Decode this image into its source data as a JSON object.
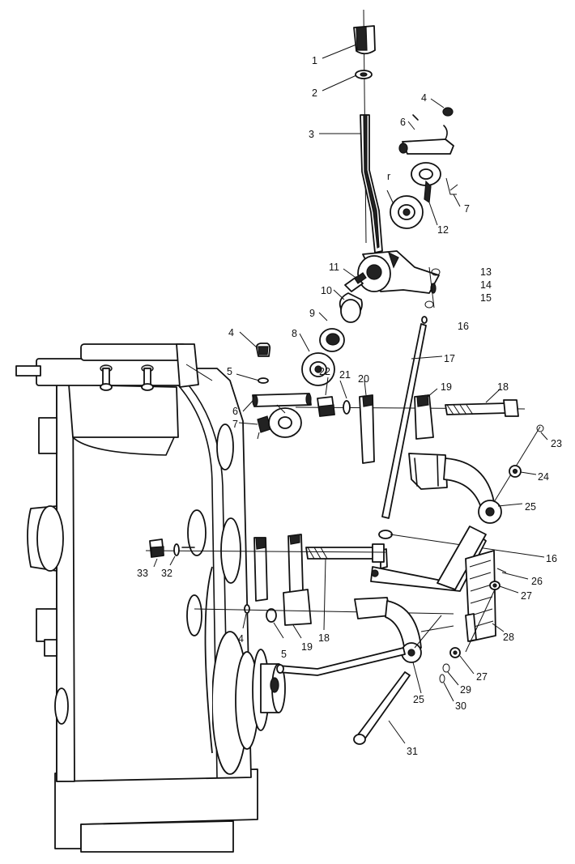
{
  "callouts": [
    {
      "id": "c1",
      "text": "1"
    },
    {
      "id": "c2",
      "text": "2"
    },
    {
      "id": "c3",
      "text": "3"
    },
    {
      "id": "c4a",
      "text": "4"
    },
    {
      "id": "c6a",
      "text": "6"
    },
    {
      "id": "c7a",
      "text": "7"
    },
    {
      "id": "c12",
      "text": "12"
    },
    {
      "id": "c11",
      "text": "11"
    },
    {
      "id": "c10",
      "text": "10"
    },
    {
      "id": "c9",
      "text": "9"
    },
    {
      "id": "c8",
      "text": "8"
    },
    {
      "id": "c13",
      "text": "13"
    },
    {
      "id": "c14",
      "text": "14"
    },
    {
      "id": "c15",
      "text": "15"
    },
    {
      "id": "c16a",
      "text": "16"
    },
    {
      "id": "c17",
      "text": "17"
    },
    {
      "id": "c4b",
      "text": "4"
    },
    {
      "id": "c5a",
      "text": "5"
    },
    {
      "id": "c6b",
      "text": "6"
    },
    {
      "id": "c7b",
      "text": "7"
    },
    {
      "id": "c22",
      "text": "22"
    },
    {
      "id": "c21",
      "text": "21"
    },
    {
      "id": "c20",
      "text": "20"
    },
    {
      "id": "c19a",
      "text": "19"
    },
    {
      "id": "c18a",
      "text": "18"
    },
    {
      "id": "c23",
      "text": "23"
    },
    {
      "id": "c24",
      "text": "24"
    },
    {
      "id": "c25a",
      "text": "25"
    },
    {
      "id": "c16b",
      "text": "16"
    },
    {
      "id": "c26",
      "text": "26"
    },
    {
      "id": "c27a",
      "text": "27"
    },
    {
      "id": "c28",
      "text": "28"
    },
    {
      "id": "c27b",
      "text": "27"
    },
    {
      "id": "c29",
      "text": "29"
    },
    {
      "id": "c30",
      "text": "30"
    },
    {
      "id": "c25b",
      "text": "25"
    },
    {
      "id": "c31",
      "text": "31"
    },
    {
      "id": "c33",
      "text": "33"
    },
    {
      "id": "c32",
      "text": "32"
    },
    {
      "id": "c4c",
      "text": "4"
    },
    {
      "id": "c5b",
      "text": "5"
    },
    {
      "id": "c19b",
      "text": "19"
    },
    {
      "id": "c18b",
      "text": "18"
    }
  ]
}
